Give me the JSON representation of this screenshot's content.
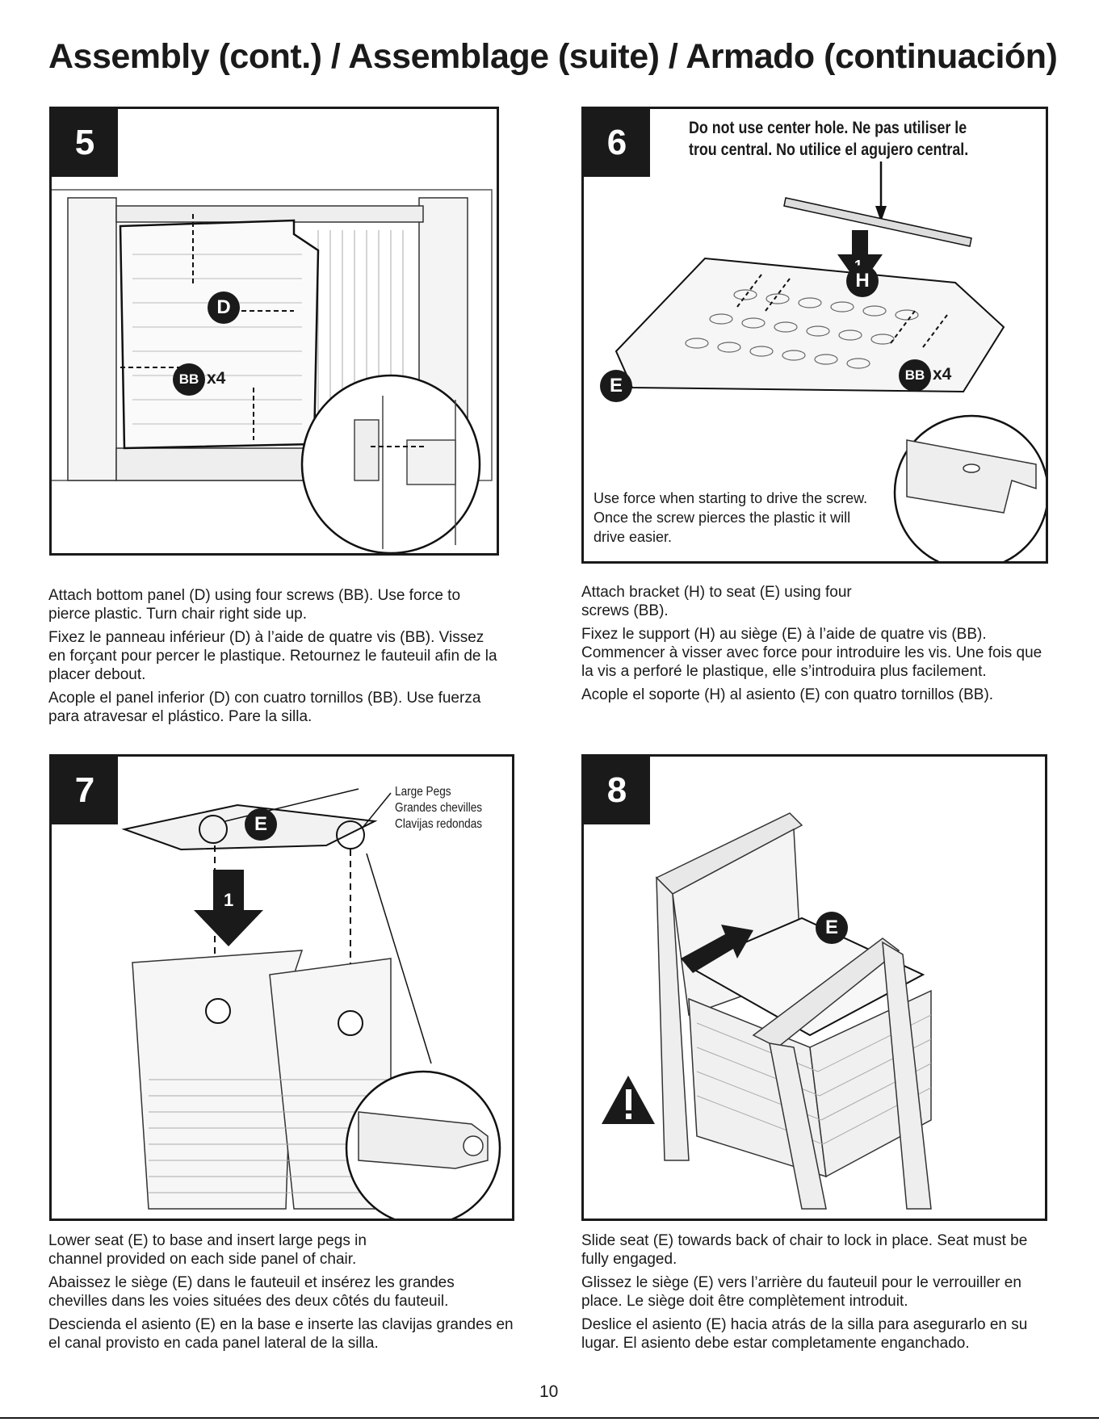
{
  "page": {
    "title": "Assembly (cont.) / Assemblage (suite) / Armado (continuación)",
    "page_number": "10"
  },
  "labels": {
    "D": "D",
    "E": "E",
    "H": "H",
    "BB": "BB",
    "x4": "x4",
    "arrow_1": "1"
  },
  "steps": [
    {
      "number": "5",
      "description": [
        "Attach bottom panel (D) using four screws (BB). Use force to pierce plastic. Turn chair right side up.",
        "Fixez le panneau inférieur (D) à l’aide de quatre vis (BB). Vissez en forçant pour percer le plastique. Retournez le fauteuil afin de la placer debout.",
        "Acople el panel inferior (D) con cuatro tornillos (BB). Use fuerza para atravesar el plástico. Pare la silla."
      ]
    },
    {
      "number": "6",
      "note": [
        "Do not use center hole. Ne pas utiliser le",
        "trou central. No utilice el agujero central."
      ],
      "callout": "Use force when starting to drive the screw. Once the screw pierces the plastic it will drive easier.",
      "description": [
        "Attach bracket (H) to seat (E) using four screws (BB).",
        "Fixez le support (H) au siège (E) à l’aide de quatre vis (BB). Commencer à visser avec force pour introduire les vis. Une fois que la vis a perforé le plastique, elle s’introduira plus facilement.",
        "Acople el soporte (H) al asiento (E) con quatro tornillos (BB)."
      ]
    },
    {
      "number": "7",
      "pegs_label": [
        "Large Pegs",
        "Grandes chevilles",
        "Clavijas redondas"
      ],
      "description": [
        "Lower seat (E) to base and insert large pegs in channel provided on each side panel of chair.",
        "Abaissez le siège (E) dans le fauteuil et insérez les grandes chevilles dans les voies situées des deux côtés du fauteuil.",
        "Descienda el asiento (E) en la base e inserte las clavijas grandes en el canal provisto en cada panel lateral de la silla."
      ]
    },
    {
      "number": "8",
      "warning_icon": "warning-triangle-icon",
      "description": [
        "Slide seat (E) towards back of chair to lock in place. Seat must be fully engaged.",
        "Glissez le siège (E) vers l’arrière du fauteuil pour le verrouiller en place. Le siège doit être complètement introduit.",
        "Deslice el asiento (E) hacia atrás de la silla para asegurarlo en su lugar. El asiento debe estar completamente enganchado."
      ]
    }
  ]
}
